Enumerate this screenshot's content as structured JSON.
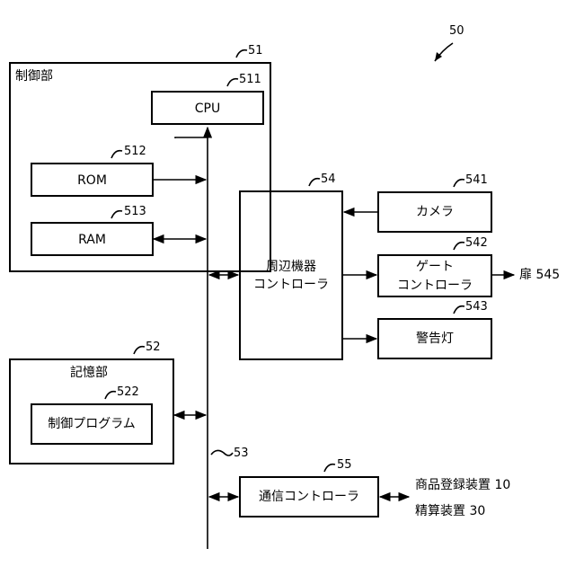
{
  "labels": {
    "system_ref": "50",
    "control_unit": {
      "ref": "51",
      "title": "制御部"
    },
    "cpu": {
      "ref": "511",
      "text": "CPU"
    },
    "rom": {
      "ref": "512",
      "text": "ROM"
    },
    "ram": {
      "ref": "513",
      "text": "RAM"
    },
    "storage_unit": {
      "ref": "52",
      "title": "記憶部"
    },
    "control_program": {
      "ref": "522",
      "text": "制御プログラム"
    },
    "bus": {
      "ref": "53"
    },
    "peripheral_controller": {
      "ref": "54",
      "line1": "周辺機器",
      "line2": "コントローラ"
    },
    "camera": {
      "ref": "541",
      "text": "カメラ"
    },
    "gate_controller": {
      "ref": "542",
      "line1": "ゲート",
      "line2": "コントローラ"
    },
    "warning_light": {
      "ref": "543",
      "text": "警告灯"
    },
    "door": {
      "text": "扉 545"
    },
    "comm_controller": {
      "ref": "55",
      "text": "通信コントローラ"
    },
    "external": {
      "line1": "商品登録装置 10",
      "line2": "精算装置 30"
    }
  }
}
